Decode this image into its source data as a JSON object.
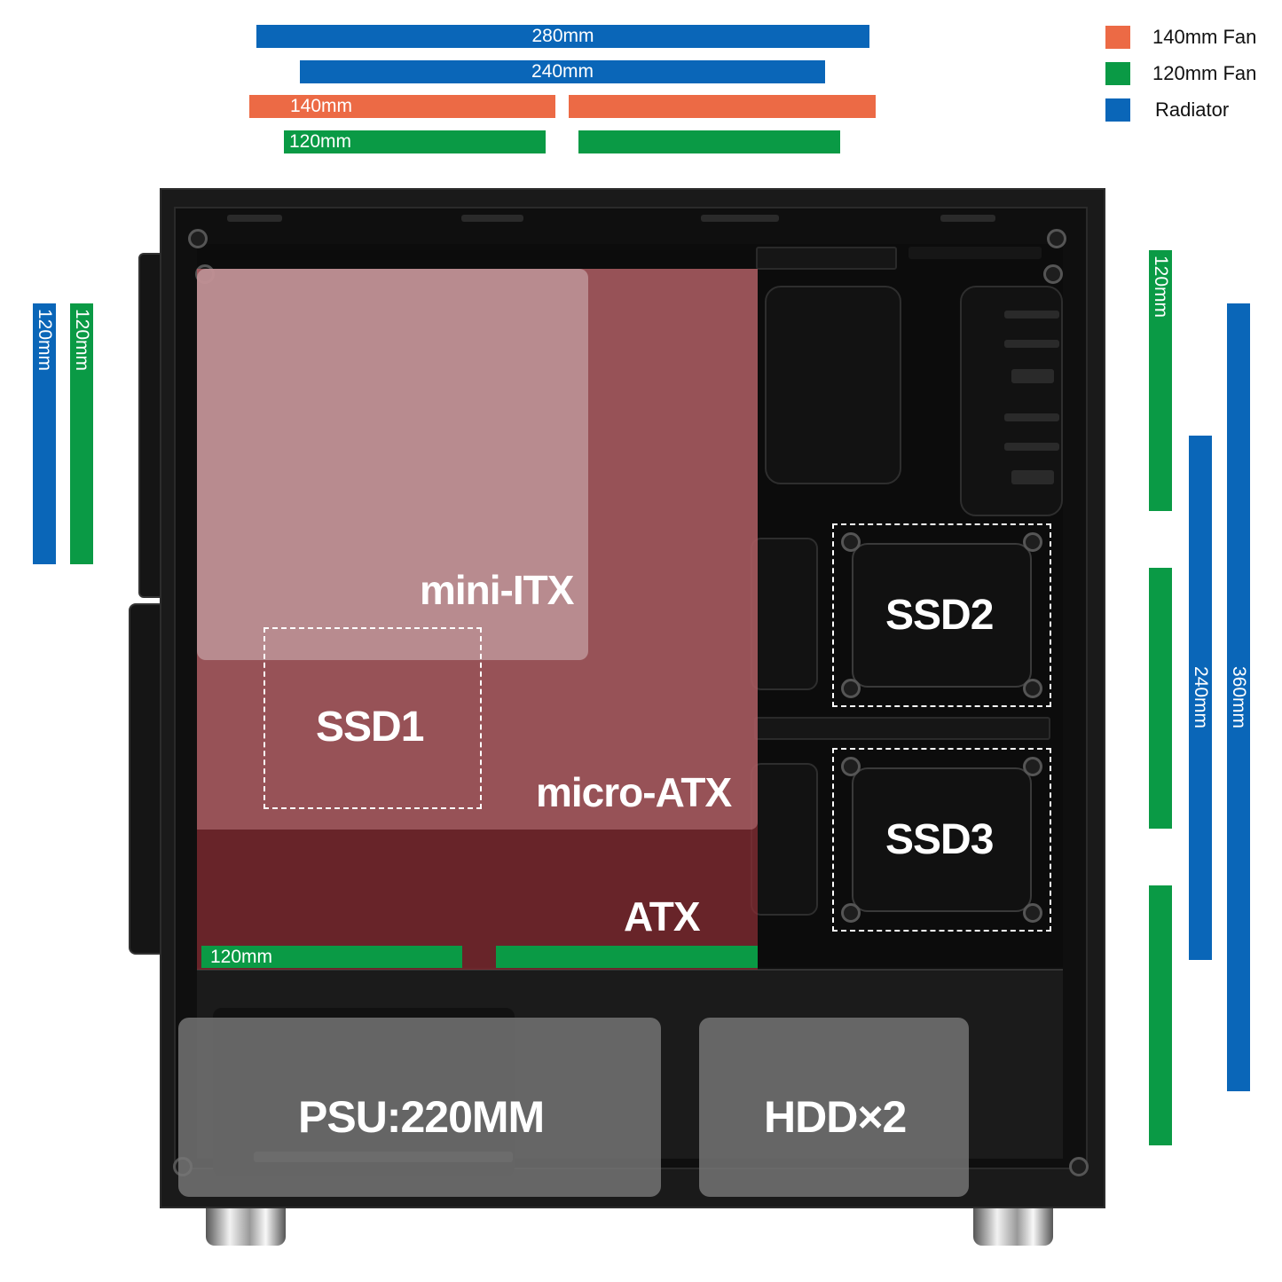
{
  "legend": {
    "items": [
      {
        "label": "140mm Fan",
        "color": "#ec6a45"
      },
      {
        "label": "120mm Fan",
        "color": "#0a9a45"
      },
      {
        "label": "Radiator",
        "color": "#0a66b8"
      }
    ]
  },
  "top_bars": {
    "radiator_280": "280mm",
    "radiator_240": "240mm",
    "fan_140": "140mm",
    "fan_120": "120mm"
  },
  "left_bars": {
    "radiator": "120mm",
    "fan": "120mm"
  },
  "right_bars": {
    "fan_top": "120mm",
    "radiator_240": "240mm",
    "radiator_360": "360mm"
  },
  "bottom_fan_bar": "120mm",
  "motherboards": {
    "mini_itx": "mini-ITX",
    "micro_atx": "micro-ATX",
    "atx": "ATX"
  },
  "drives": {
    "ssd1": "SSD1",
    "ssd2": "SSD2",
    "ssd3": "SSD3",
    "hdd": "HDD×2"
  },
  "psu": "PSU:220MM",
  "colors": {
    "radiator": "#0a66b8",
    "fan_120": "#0a9a45",
    "fan_140": "#ec6a45"
  }
}
